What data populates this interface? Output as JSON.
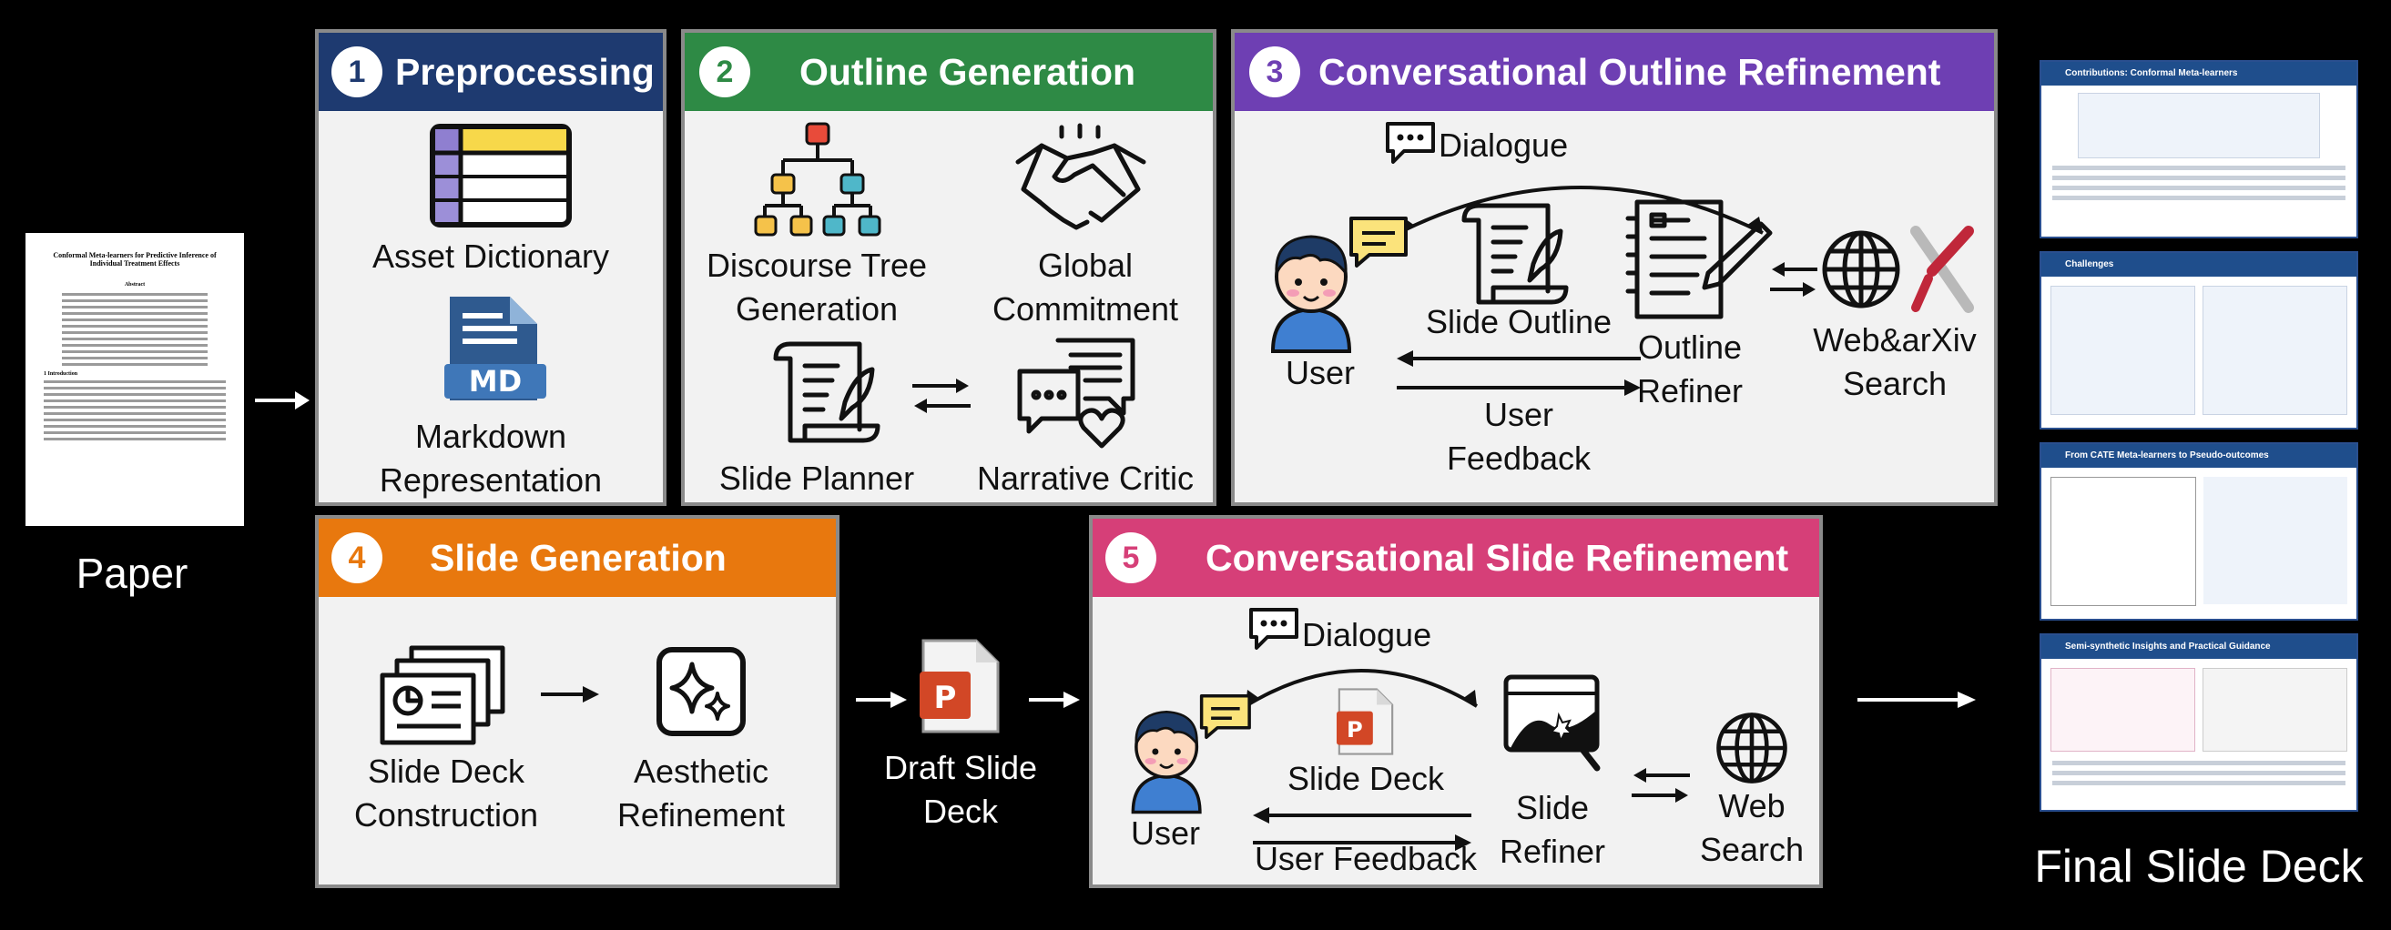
{
  "input": {
    "label": "Paper",
    "doc_title": "Conformal Meta-learners for Predictive Inference of Individual Treatment Effects",
    "doc_section1": "Abstract",
    "doc_section2": "1  Introduction"
  },
  "output": {
    "label": "Final Slide Deck",
    "slides": [
      {
        "title": "Contributions: Conformal Meta-learners"
      },
      {
        "title": "Challenges"
      },
      {
        "title": "From CATE Meta-learners to Pseudo-outcomes"
      },
      {
        "title": "Semi-synthetic Insights and Practical Guidance"
      }
    ]
  },
  "stages": [
    {
      "number": "1",
      "title": "Preprocessing",
      "color": "#1e3a70",
      "items": [
        "Asset Dictionary",
        "Markdown",
        "Representation"
      ]
    },
    {
      "number": "2",
      "title": "Outline Generation",
      "color": "#2e8a45",
      "items": [
        "Discourse Tree",
        "Generation",
        "Global",
        "Commitment",
        "Slide Planner",
        "Narrative Critic"
      ]
    },
    {
      "number": "3",
      "title": "Conversational Outline Refinement",
      "color": "#6e3fb3",
      "items": [
        "Dialogue",
        "User",
        "Slide Outline",
        "User",
        "Feedback",
        "Outline",
        "Refiner",
        "Web&arXiv",
        "Search"
      ]
    },
    {
      "number": "4",
      "title": "Slide Generation",
      "color": "#e8780e",
      "items": [
        "Slide Deck",
        "Construction",
        "Aesthetic",
        "Refinement"
      ]
    },
    {
      "number": "5",
      "title": "Conversational Slide Refinement",
      "color": "#d63f78",
      "items": [
        "Dialogue",
        "User",
        "Slide Deck",
        "User Feedback",
        "Slide",
        "Refiner",
        "Web",
        "Search"
      ]
    }
  ],
  "draft": {
    "lines": [
      "Draft Slide",
      "Deck"
    ]
  },
  "icons": {
    "md_badge": "MD",
    "ppt_badge": "P"
  }
}
